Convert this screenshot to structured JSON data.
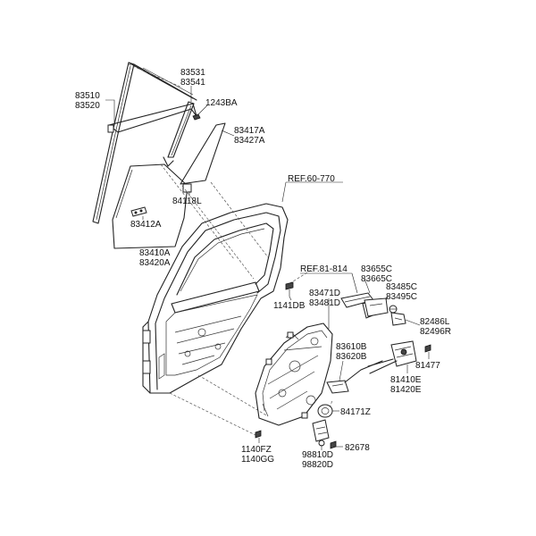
{
  "labels": {
    "p83531": "83531",
    "p83541": "83541",
    "p83510": "83510",
    "p83520": "83520",
    "p1243BA": "1243BA",
    "p83417A": "83417A",
    "p83427A": "83427A",
    "p84118L": "84118L",
    "p83412A": "83412A",
    "p83410A": "83410A",
    "p83420A": "83420A",
    "ref60": "REF.60-770",
    "ref81": "REF.81-814",
    "p83655C": "83655C",
    "p83665C": "83665C",
    "p83485C": "83485C",
    "p83495C": "83495C",
    "p83471D": "83471D",
    "p83481D": "83481D",
    "p1141DB": "1141DB",
    "p82486L": "82486L",
    "p82496R": "82496R",
    "p83610B": "83610B",
    "p83620B": "83620B",
    "p81477": "81477",
    "p81410E": "81410E",
    "p81420E": "81420E",
    "p84171Z": "84171Z",
    "p82678": "82678",
    "p1140FZ": "1140FZ",
    "p1140GG": "1140GG",
    "p98810D": "98810D",
    "p98820D": "98820D"
  }
}
